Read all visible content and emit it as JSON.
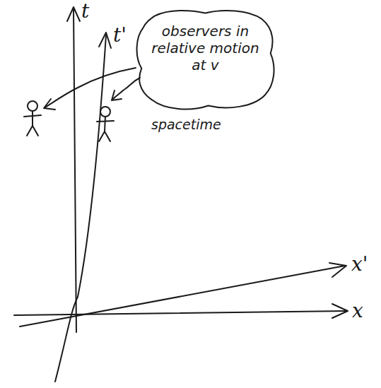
{
  "diagram": {
    "nodes": [
      {
        "text": [
          "observers in relative motion at v"
        ]
      }
    ],
    "labels": [
      "t",
      "t'",
      "x'",
      "x",
      "spacetime"
    ]
  }
}
